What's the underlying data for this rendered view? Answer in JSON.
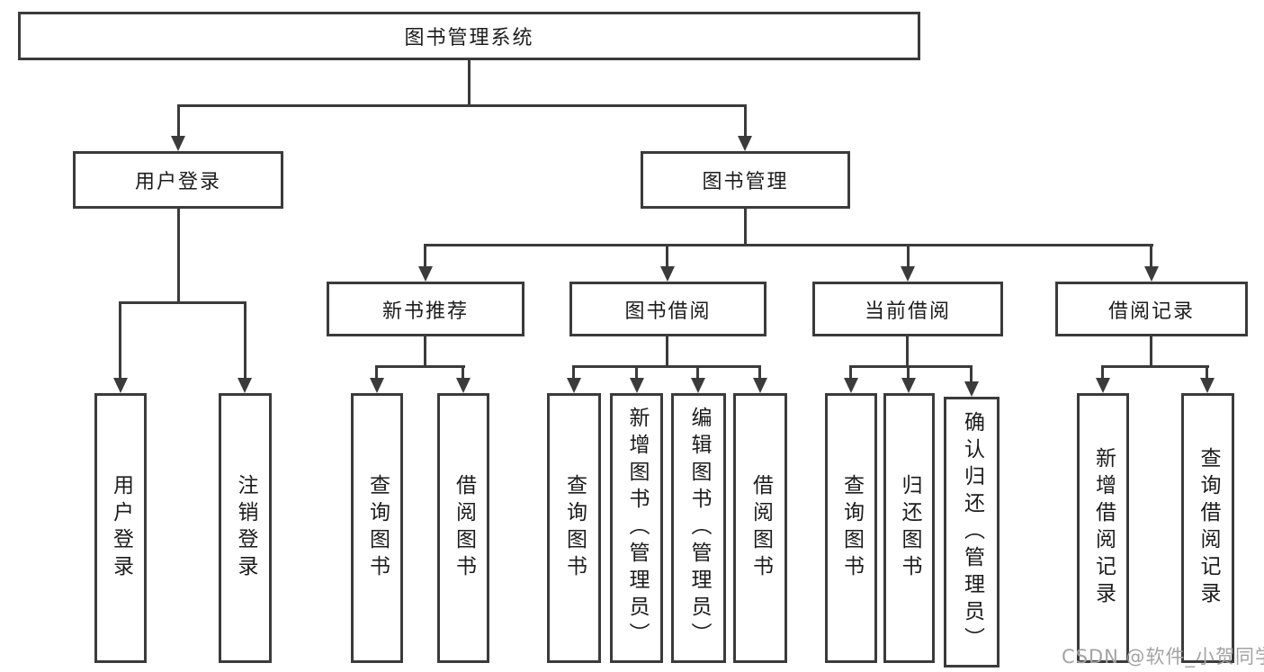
{
  "diagram": {
    "root": {
      "label": "图书管理系统"
    },
    "branches": [
      {
        "label": "用户登录",
        "children": [
          {
            "label": "用户登录"
          },
          {
            "label": "注销登录"
          }
        ]
      },
      {
        "label": "图书管理",
        "sections": [
          {
            "label": "新书推荐",
            "children": [
              {
                "label": "查询图书"
              },
              {
                "label": "借阅图书"
              }
            ]
          },
          {
            "label": "图书借阅",
            "children": [
              {
                "label": "查询图书"
              },
              {
                "label": "新增图书（管理员）"
              },
              {
                "label": "编辑图书（管理员）"
              },
              {
                "label": "借阅图书"
              }
            ]
          },
          {
            "label": "当前借阅",
            "children": [
              {
                "label": "查询图书"
              },
              {
                "label": "归还图书"
              },
              {
                "label": "确认归还（管理员）"
              }
            ]
          },
          {
            "label": "借阅记录",
            "children": [
              {
                "label": "新增借阅记录"
              },
              {
                "label": "查询借阅记录"
              }
            ]
          }
        ]
      }
    ]
  },
  "watermark": {
    "text": "CSDN @软件_小贺同学"
  },
  "colors": {
    "line": "#3b3b3b",
    "text": "#1c1c1c",
    "watermark": "#a3a3a3",
    "background": "#ffffff"
  }
}
